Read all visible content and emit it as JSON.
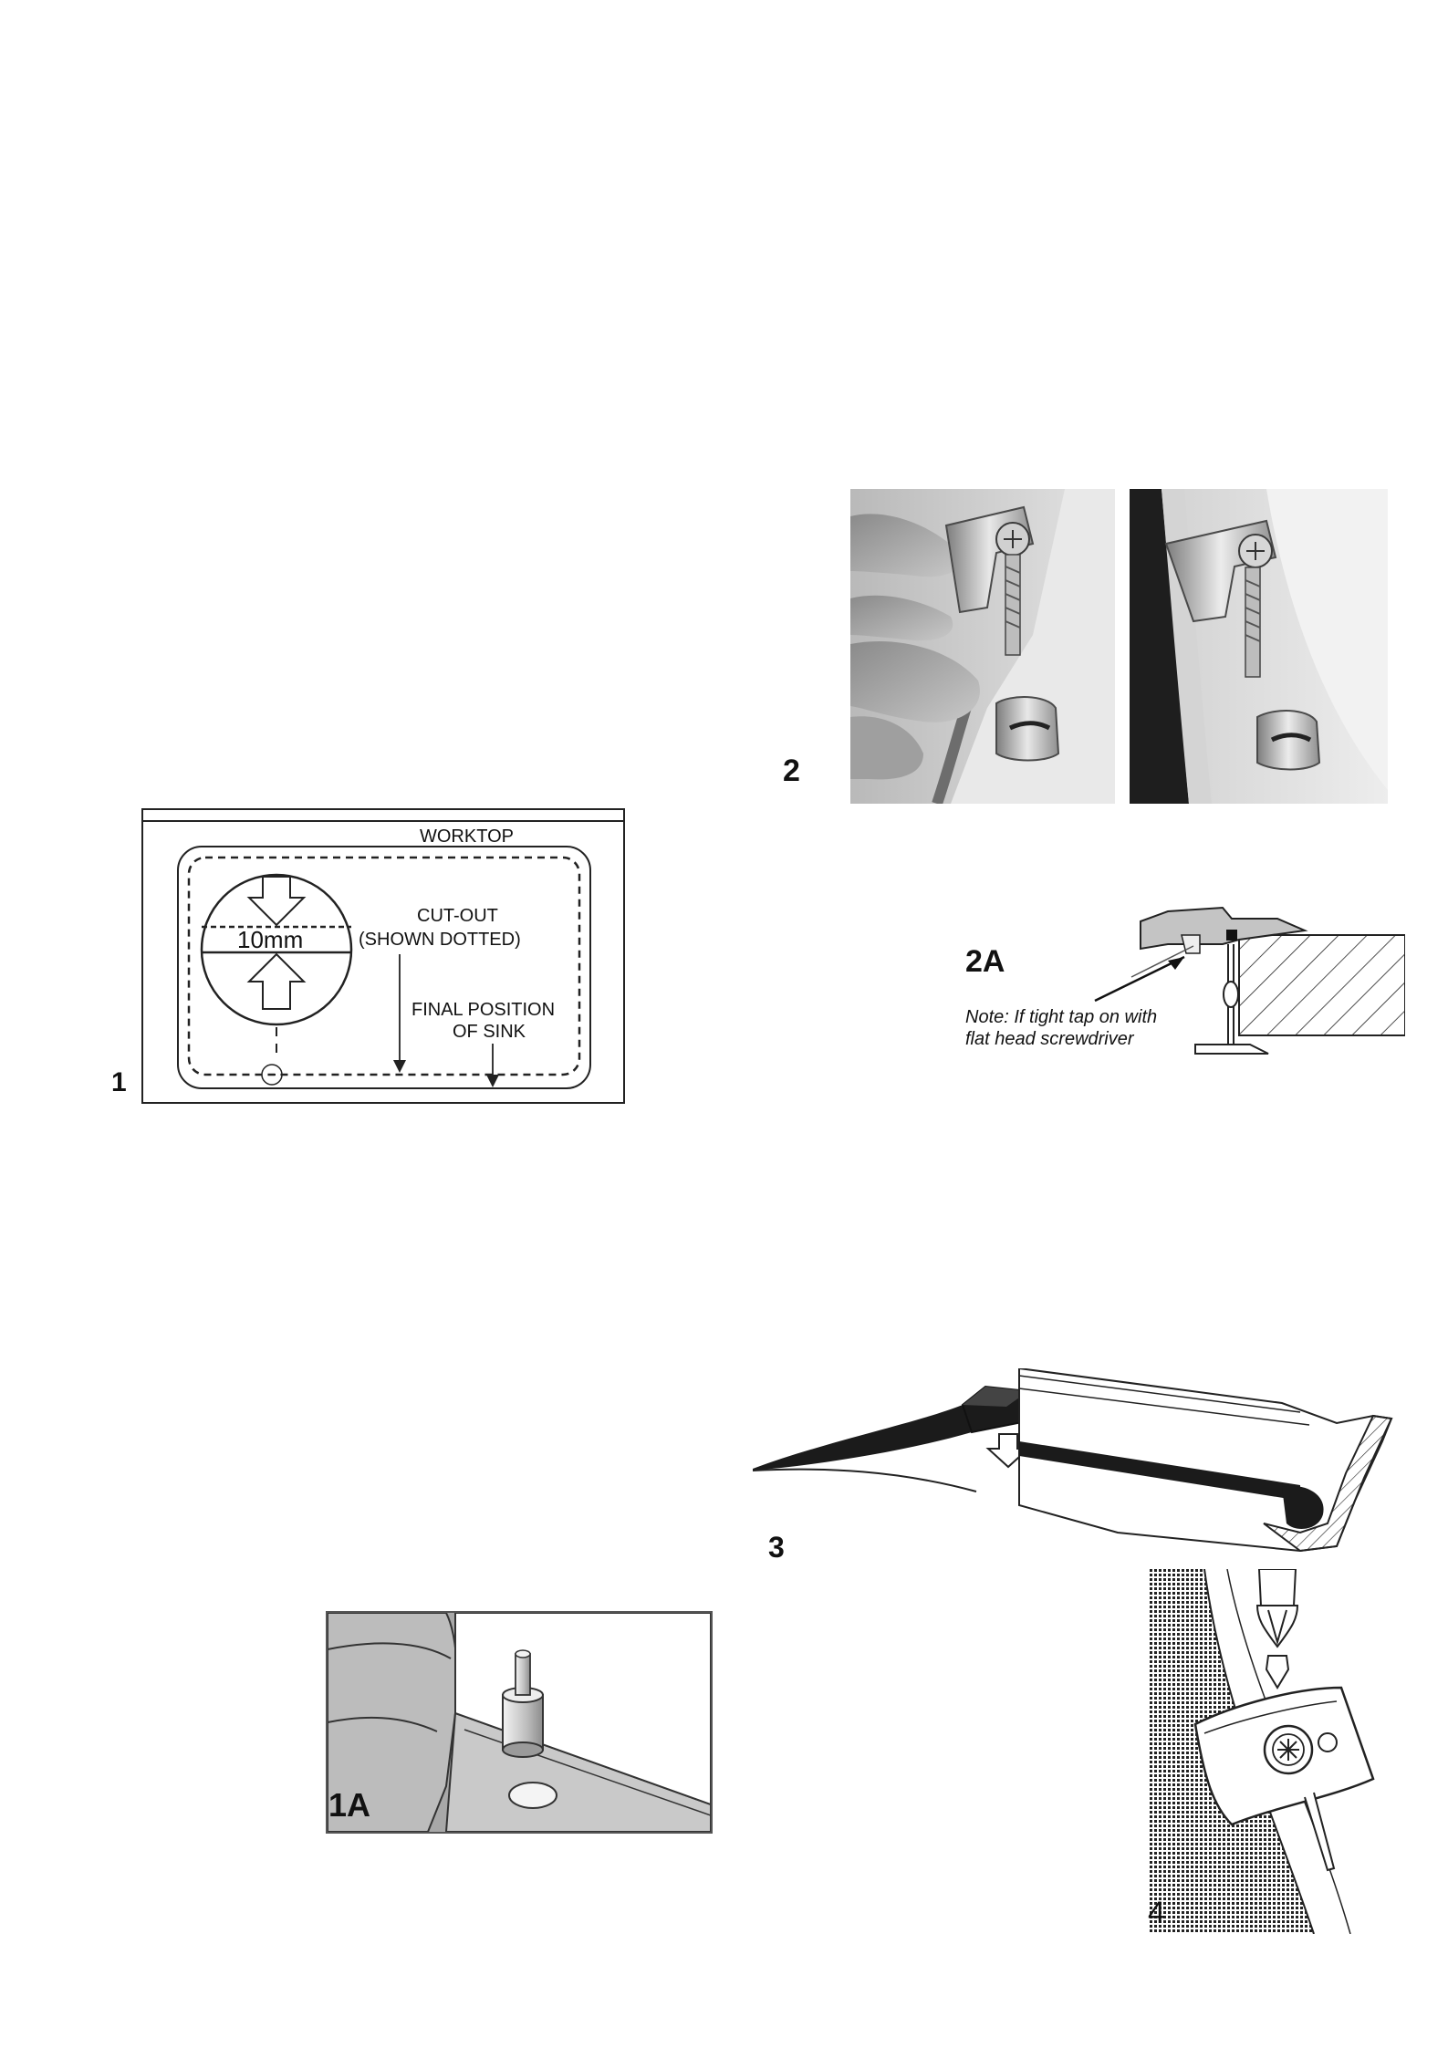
{
  "figures": {
    "fig1": {
      "number": "1",
      "worktop_label": "WORKTOP",
      "measure_label": "10mm",
      "cutout_label_line1": "CUT-OUT",
      "cutout_label_line2": "(SHOWN DOTTED)",
      "final_position_line1": "FINAL POSITION",
      "final_position_line2": "OF SINK"
    },
    "fig1A": {
      "number": "1A"
    },
    "fig2": {
      "number": "2"
    },
    "fig2A": {
      "number": "2A",
      "note_line1": "Note: If tight tap on with",
      "note_line2": "flat head screwdriver"
    },
    "fig3": {
      "number": "3"
    },
    "fig4": {
      "number": "4"
    }
  }
}
